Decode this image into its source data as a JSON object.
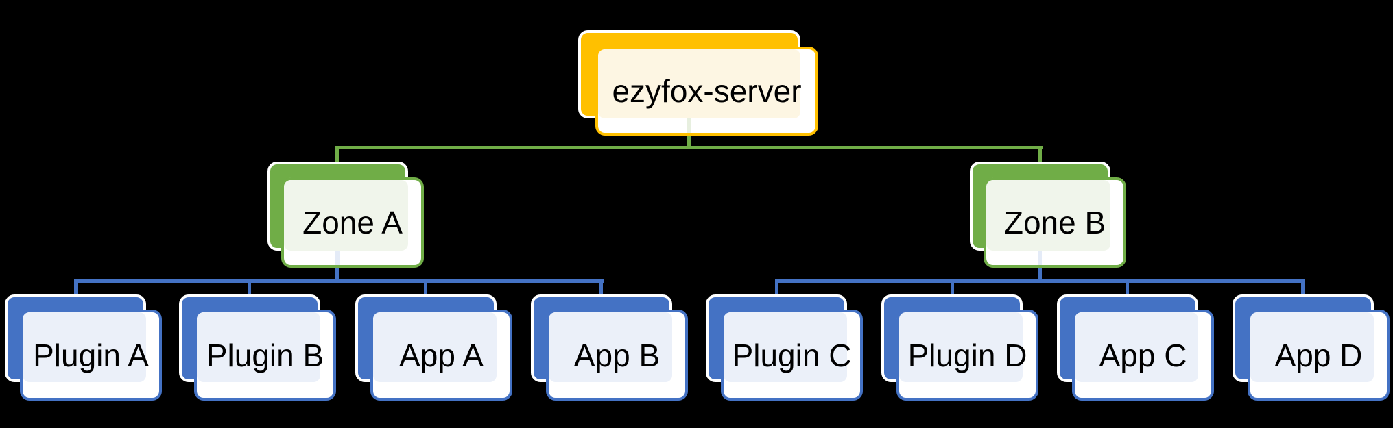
{
  "diagram_type": "hierarchy-tree",
  "colors": {
    "background": "#000000",
    "halo": "#FFFFFF",
    "text": "#000000",
    "gold": "#FFC000",
    "gold_tint": "#FDF6E3",
    "green": "#70AD47",
    "green_tint": "#F0F5EB",
    "blue": "#4472C4",
    "blue_tint": "#EBF0F9",
    "green_ghost": "#E7EFDF",
    "blue_ghost": "#E4EBF7"
  },
  "nodes": {
    "root": {
      "label": "ezyfox-server"
    },
    "zone_a": {
      "label": "Zone A"
    },
    "zone_b": {
      "label": "Zone B"
    },
    "plugin_a": {
      "label": "Plugin A"
    },
    "plugin_b": {
      "label": "Plugin B"
    },
    "app_a": {
      "label": "App A"
    },
    "app_b": {
      "label": "App B"
    },
    "plugin_c": {
      "label": "Plugin C"
    },
    "plugin_d": {
      "label": "Plugin D"
    },
    "app_c": {
      "label": "App C"
    },
    "app_d": {
      "label": "App D"
    }
  },
  "hierarchy": {
    "root": "ezyfox-server",
    "children": [
      {
        "label": "Zone A",
        "children": [
          "Plugin A",
          "Plugin B",
          "App A",
          "App B"
        ]
      },
      {
        "label": "Zone B",
        "children": [
          "Plugin C",
          "Plugin D",
          "App C",
          "App D"
        ]
      }
    ]
  }
}
